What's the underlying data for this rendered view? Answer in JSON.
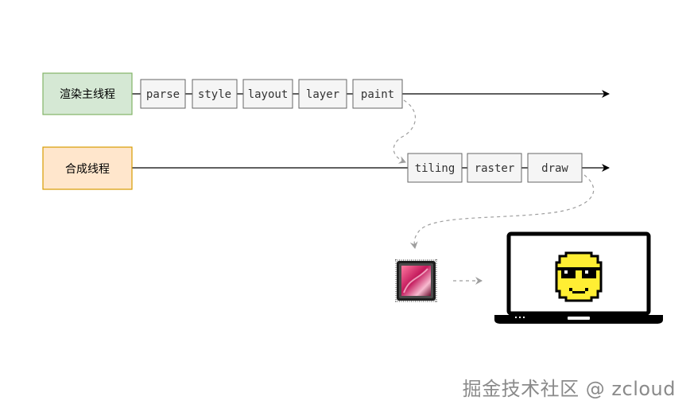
{
  "threads": {
    "main": {
      "label": "渲染主线程",
      "fill": "#d5e8d4",
      "stroke": "#82b366"
    },
    "compositor": {
      "label": "合成线程",
      "fill": "#ffe6cc",
      "stroke": "#d79b00"
    }
  },
  "main_steps": [
    "parse",
    "style",
    "layout",
    "layer",
    "paint"
  ],
  "compositor_steps": [
    "tiling",
    "raster",
    "draw"
  ],
  "icons": {
    "gpu": "gpu-chip-icon",
    "display": "laptop-icon",
    "face": "sunglasses-face-icon"
  },
  "watermark": "掘金技术社区 @ zcloud",
  "colors": {
    "step_fill": "#f5f5f5",
    "step_stroke": "#666666",
    "arrow": "#000000",
    "dashed": "#9e9e9e"
  }
}
